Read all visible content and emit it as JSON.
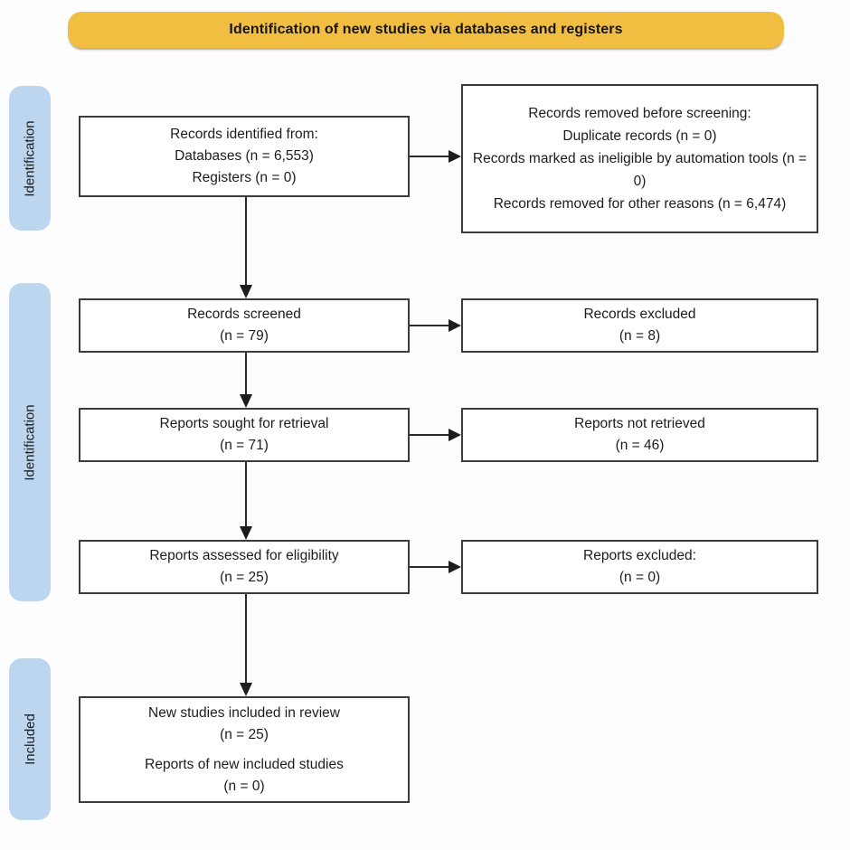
{
  "banner": {
    "title": "Identification of new studies via databases and registers"
  },
  "stages": [
    {
      "label": "Identification"
    },
    {
      "label": "Identification"
    },
    {
      "label": "Included"
    }
  ],
  "flow": {
    "records_identified": {
      "lines": [
        "Records identified from:",
        "Databases (n = 6,553)",
        "Registers (n = 0)"
      ]
    },
    "records_removed": {
      "lines": [
        "Records removed before screening:",
        "Duplicate records (n = 0)",
        "Records marked as ineligible by automation tools (n = 0)",
        "Records removed for other reasons (n = 6,474)"
      ]
    },
    "records_screened": {
      "lines": [
        "Records screened",
        "(n = 79)"
      ]
    },
    "records_excluded": {
      "lines": [
        "Records excluded",
        "(n = 8)"
      ]
    },
    "reports_sought": {
      "lines": [
        "Reports sought for retrieval",
        "(n = 71)"
      ]
    },
    "reports_not_retrieved": {
      "lines": [
        "Reports not retrieved",
        "(n = 46)"
      ]
    },
    "reports_assessed": {
      "lines": [
        "Reports assessed for eligibility",
        "(n = 25)"
      ]
    },
    "reports_excluded": {
      "lines": [
        "Reports excluded:",
        "(n = 0)"
      ]
    },
    "new_studies_included": {
      "lines": [
        "New studies included in review",
        "(n = 25)",
        "Reports of new included studies",
        "(n = 0)"
      ]
    }
  },
  "colors": {
    "banner_bg": "#F2BE41",
    "stage_bg": "#BCD6F0",
    "box_border": "#3C3C3C",
    "arrow": "#2A2A2A",
    "text": "#1C1C1C",
    "background": "#FDFDFD"
  }
}
